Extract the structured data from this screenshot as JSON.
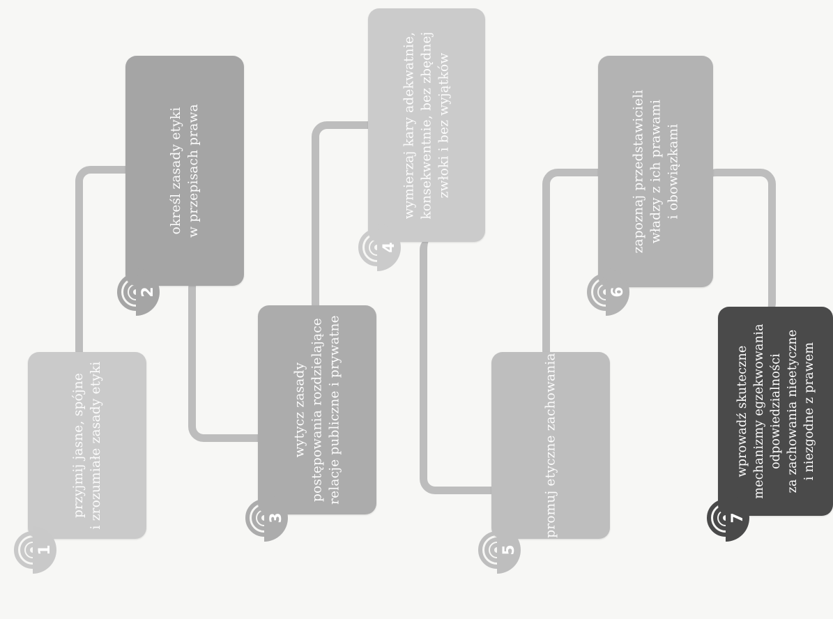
{
  "colors": {
    "connector": "#bdbdbd",
    "card_light": "#c9c9c9",
    "card_mid": "#b2b2b2",
    "card_dark": "#a3a3a3",
    "card_darkest": "#4a4a4a",
    "text": "#fbfbfb"
  },
  "badge_icon": "concentric-arcs-icon",
  "steps": [
    {
      "number": "1",
      "text": "przyjmij jasne, spójne\ni zrozumiałe zasady etyki"
    },
    {
      "number": "2",
      "text": "określ zasady etyki\nw przepisach prawa"
    },
    {
      "number": "3",
      "text": "wytycz zasady\npostępowania rozdzielające\nrelacje publiczne i prywatne"
    },
    {
      "number": "4",
      "text": "wymierzaj kary adekwatnie,\nkonsekwentnie, bez zbędnej\nzwłoki i bez wyjątków"
    },
    {
      "number": "5",
      "text": "promuj etyczne zachowania"
    },
    {
      "number": "6",
      "text": "zapoznaj przedstawicieli\nwładzy z ich prawami\ni obowiązkami"
    },
    {
      "number": "7",
      "text": "wprowadź skuteczne\nmechanizmy egzekwowania\nodpowiedzialności\nza zachowania nieetyczne\ni niezgodne z prawem"
    }
  ]
}
